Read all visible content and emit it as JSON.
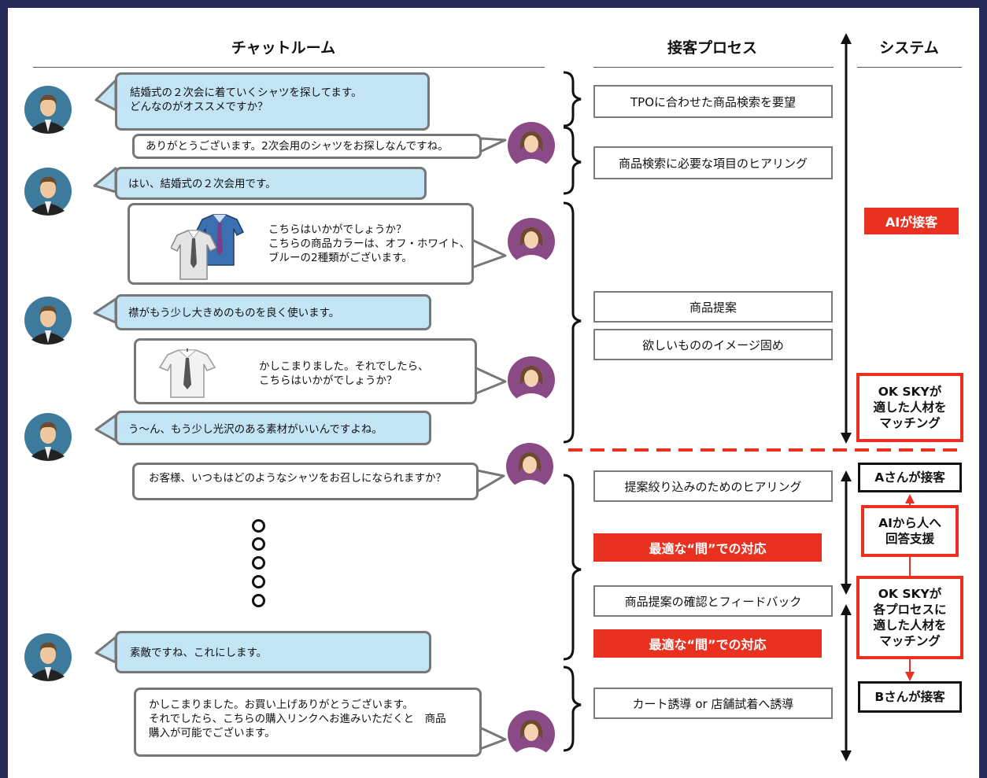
{
  "headers": {
    "chat": "チャットルーム",
    "process": "接客プロセス",
    "system": "システム"
  },
  "chat": {
    "msg1": "結婚式の２次会に着ていくシャツを探してます。\nどんなのがオススメですか？",
    "msg2": "ありがとうございます。2次会用のシャツをお探しなんですね。",
    "msg3": "はい、結婚式の２次会用です。",
    "msg4": "こちらはいかがでしょうか？\nこちらの商品カラーは、オフ・ホワイト、\nブルーの2種類がございます。",
    "msg5": "襟がもう少し大きめのものを良く使います。",
    "msg6": "かしこまりました。それでしたら、\nこちらはいかがでしょうか？",
    "msg7": "う～ん、もう少し光沢のある素材がいいんですよね。",
    "msg8": "お客様、いつもはどのようなシャツをお召しになられますか？",
    "msg9": "素敵ですね、これにします。",
    "msg10": "かしこまりました。お買い上げありがとうございます。\nそれでしたら、こちらの購入リンクへお進みいただくと　商品\n購入が可能でございます。"
  },
  "process": {
    "p1": "TPOに合わせた商品検索を要望",
    "p2": "商品検索に必要な項目のヒアリング",
    "p3": "商品提案",
    "p4": "欲しいもののイメージ固め",
    "p5": "提案絞り込みのためのヒアリング",
    "p6": "最適な“間”での対応",
    "p7": "商品提案の確認とフィードバック",
    "p8": "最適な“間”での対応",
    "p9": "カート誘導 or 店舗試着へ誘導"
  },
  "system": {
    "ai": "AIが接客",
    "match1": "OK SKYが\n適した人材を\nマッチング",
    "a_staff": "Aさんが接客",
    "ai_support": "AIから人へ\n回答支援",
    "match2": "OK SKYが\n各プロセスに\n適した人材を\nマッチング",
    "b_staff": "Bさんが接客"
  },
  "colors": {
    "frame": "#27295b",
    "bubble_blue": "#c3e4f5",
    "accent_red": "#e8311f",
    "customer_bg": "#3d7a9c",
    "staff_bg": "#8a4a86"
  },
  "icons": {
    "customer": "customer-avatar-icon",
    "staff": "staff-avatar-icon",
    "shirt_pair": "shirts-icon",
    "shirt_single": "shirt-icon"
  }
}
